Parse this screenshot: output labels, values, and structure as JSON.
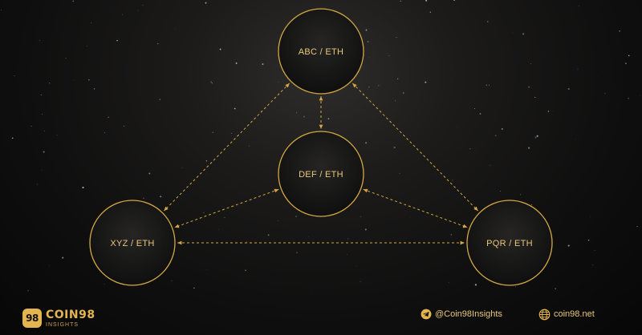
{
  "nodes": {
    "abc": "ABC / ETH",
    "def": "DEF / ETH",
    "xyz": "XYZ / ETH",
    "pqr": "PQR / ETH"
  },
  "edges": [
    {
      "from": "abc",
      "to": "def",
      "style": "dashed",
      "arrows": "both"
    },
    {
      "from": "abc",
      "to": "xyz",
      "style": "dashed",
      "arrows": "both"
    },
    {
      "from": "abc",
      "to": "pqr",
      "style": "dashed",
      "arrows": "both"
    },
    {
      "from": "def",
      "to": "xyz",
      "style": "dashed",
      "arrows": "both"
    },
    {
      "from": "def",
      "to": "pqr",
      "style": "dashed",
      "arrows": "both"
    },
    {
      "from": "xyz",
      "to": "pqr",
      "style": "dashed",
      "arrows": "both"
    }
  ],
  "footer": {
    "brand_logo": "98",
    "brand_name": "COIN98",
    "brand_sub": "INSIGHTS",
    "telegram_handle": "@Coin98Insights",
    "website": "coin98.net"
  },
  "icons": {
    "telegram": "telegram-icon",
    "website": "globe-icon"
  },
  "colors": {
    "accent": "#e4b54f",
    "line": "#d4a744",
    "node_fill": "#161616",
    "background": "#0f0f0f"
  }
}
